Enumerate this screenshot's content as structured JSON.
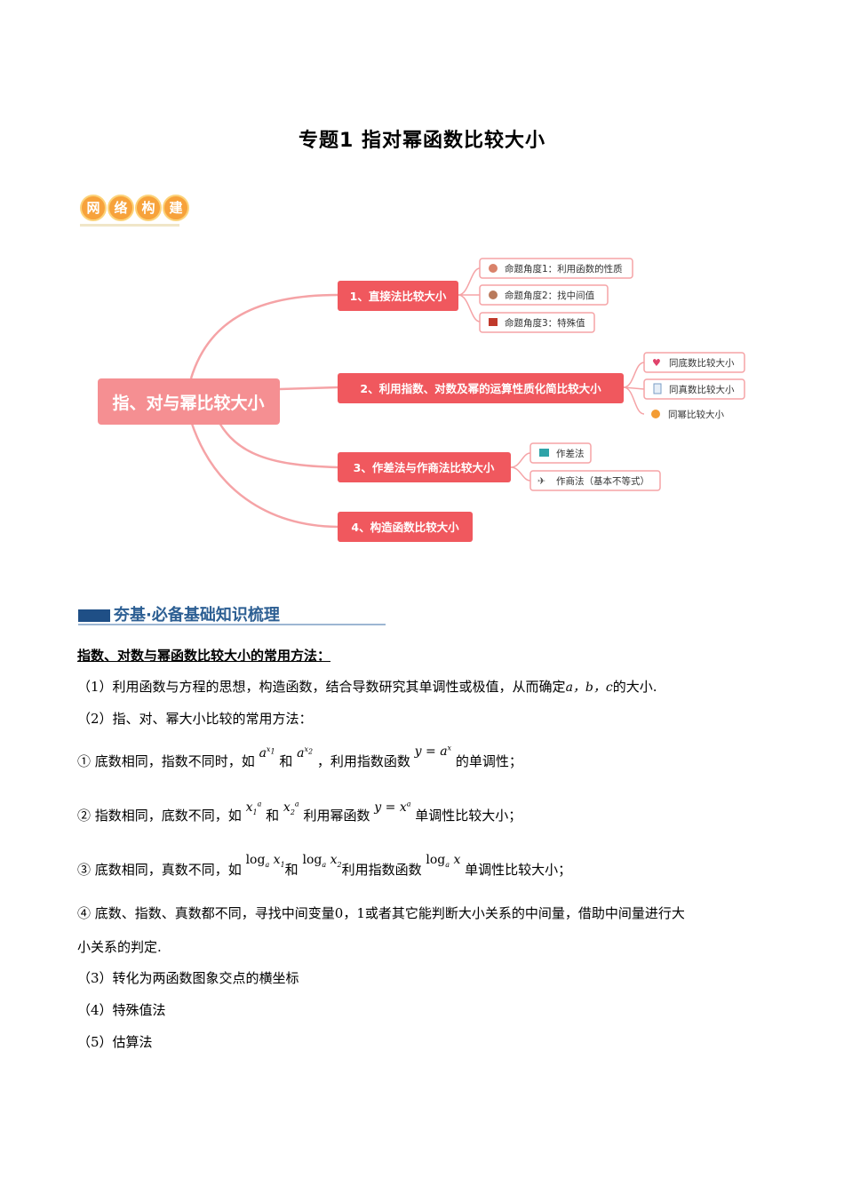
{
  "title": "专题1  指对幂函数比较大小",
  "network_badges": [
    "网",
    "络",
    "构",
    "建"
  ],
  "mindmap": {
    "root": "指、对与幂比较大小",
    "branches": [
      {
        "label": "1、直接法比较大小",
        "leaves": [
          "命题角度1：利用函数的性质",
          "命题角度2：找中间值",
          "命题角度3：特殊值"
        ]
      },
      {
        "label": "2、利用指数、对数及幂的运算性质化简比较大小",
        "leaves": [
          "同底数比较大小",
          "同真数比较大小",
          "同幂比较大小"
        ]
      },
      {
        "label": "3、作差法与作商法比较大小",
        "leaves": [
          "作差法",
          "作商法（基本不等式）"
        ]
      },
      {
        "label": "4、构造函数比较大小",
        "leaves": []
      }
    ],
    "colors": {
      "node": "#f0585e",
      "root": "#f58f92",
      "line": "#f5a3a6"
    }
  },
  "section_title": "夯基·必备基础知识梳理",
  "subhead": "指数、对数与幂函数比较大小的常用方法：",
  "lines": {
    "l1": "（1）利用函数与方程的思想，构造函数，结合导数研究其单调性或极值，从而确定",
    "l1_vars": "a，b，c",
    "l1_end": "的大小.",
    "l2": "（2）指、对、幂大小比较的常用方法：",
    "l3a": "① 底数相同，指数不同时，如",
    "l3b": "和",
    "l3c": "，利用指数函数",
    "l3d": "的单调性；",
    "l4a": "② 指数相同，底数不同，如",
    "l4b": "和",
    "l4c": "利用幂函数",
    "l4d": "单调性比较大小；",
    "l5a": "③ 底数相同，真数不同，如",
    "l5b": "和",
    "l5c": "利用指数函数",
    "l5d": "单调性比较大小；",
    "l6": "④ 底数、指数、真数都不同，寻找中间变量0，1或者其它能判断大小关系的中间量，借助中间量进行大",
    "l7": "小关系的判定.",
    "l8": "（3）转化为两函数图象交点的横坐标",
    "l9": "（4）特殊值法",
    "l10": "（5）估算法"
  }
}
